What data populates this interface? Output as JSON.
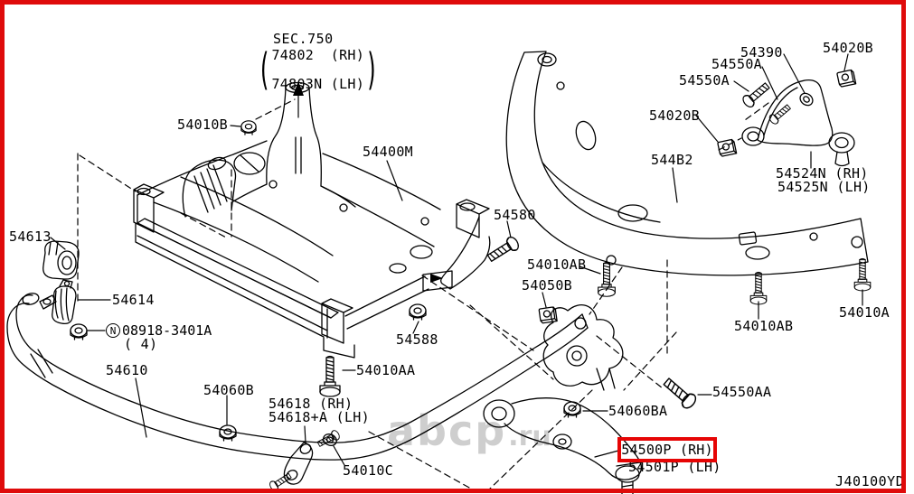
{
  "diagram": {
    "section_ref": {
      "sec": "SEC.750",
      "rh": "74802  (RH)",
      "lh": "74803N (LH)"
    },
    "labels": {
      "l54010b": "54010B",
      "l54400m": "54400M",
      "l54580": "54580",
      "l54010ab_c": "54010AB",
      "l54050b": "54050B",
      "l54588": "54588",
      "l54010aa": "54010AA",
      "l54613": "54613",
      "l54614": "54614",
      "l54610": "54610",
      "l54060b": "54060B",
      "l54618_rh": "54618 (RH)",
      "l54618_lh": "54618+A (LH)",
      "l54010c": "54010C",
      "l54060ba": "54060BA",
      "l54390": "54390",
      "l54550a_1": "54550A",
      "l54550a_2": "54550A",
      "l54020b_r": "54020B",
      "l54020b_l": "54020B",
      "l544b2": "544B2",
      "l54524n": "54524N (RH)",
      "l54525n": "54525N (LH)",
      "l54010ab_r": "54010AB",
      "l54010a": "54010A",
      "l54550aa": "54550AA"
    },
    "note_nut": {
      "symbol": "N",
      "code": "08918-3401A",
      "qty": "( 4)"
    },
    "highlight": {
      "rh": "54500P (RH)",
      "lh": "54501P (LH)"
    },
    "drawing_code": "J40100YD",
    "watermark": {
      "main": "abcp",
      "suffix": ".ru"
    },
    "colors": {
      "border": "#df0b0b",
      "highlight_box": "#e60505",
      "line_art": "#000000",
      "watermark": "#c6c6c6"
    }
  }
}
